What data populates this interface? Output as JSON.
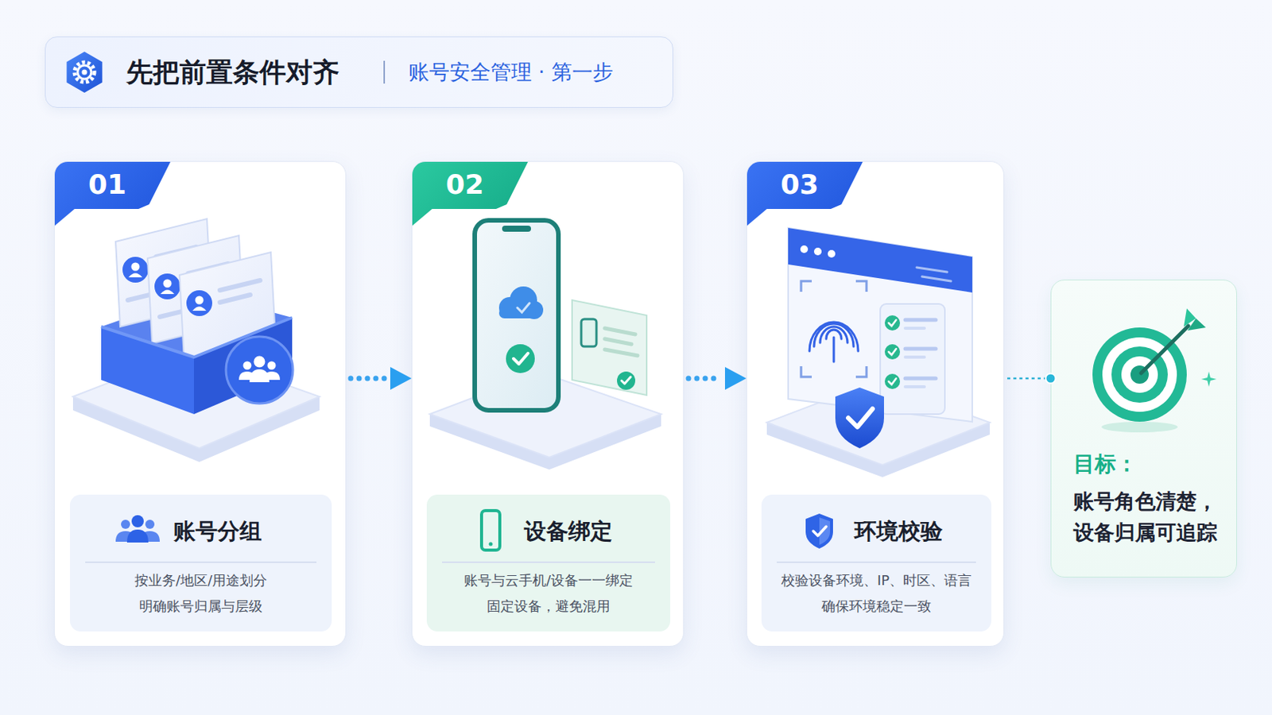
{
  "diagram": {
    "title": "先把前置条件对齐",
    "nodes": [
      {
        "text": [
          "01"
        ]
      },
      {
        "text": [
          "账号分组",
          "按业务/地区/用途划分 明确账号归属与层级"
        ],
        "in": 0
      },
      {
        "text": [
          "02"
        ]
      },
      {
        "text": [
          "设备绑定",
          "账号与云手机/设备一一绑定 固定设备，避免混用"
        ],
        "in": 2
      },
      {
        "text": [
          "03"
        ]
      },
      {
        "text": [
          "环境校验",
          "校验设备环境、IP、时区、语言 确保环境稳定一致"
        ],
        "in": 4
      },
      {
        "text": [
          "目标：",
          "账号角色清楚， 设备归属可追踪"
        ]
      }
    ],
    "edges": [
      {
        "from": 0,
        "to": 2,
        "arrow": "to"
      },
      {
        "from": 2,
        "to": 4,
        "arrow": "to"
      },
      {
        "from": 4,
        "to": 6,
        "arrow": "none"
      }
    ],
    "labels": [
      "账号安全管理 · 第一步"
    ]
  }
}
